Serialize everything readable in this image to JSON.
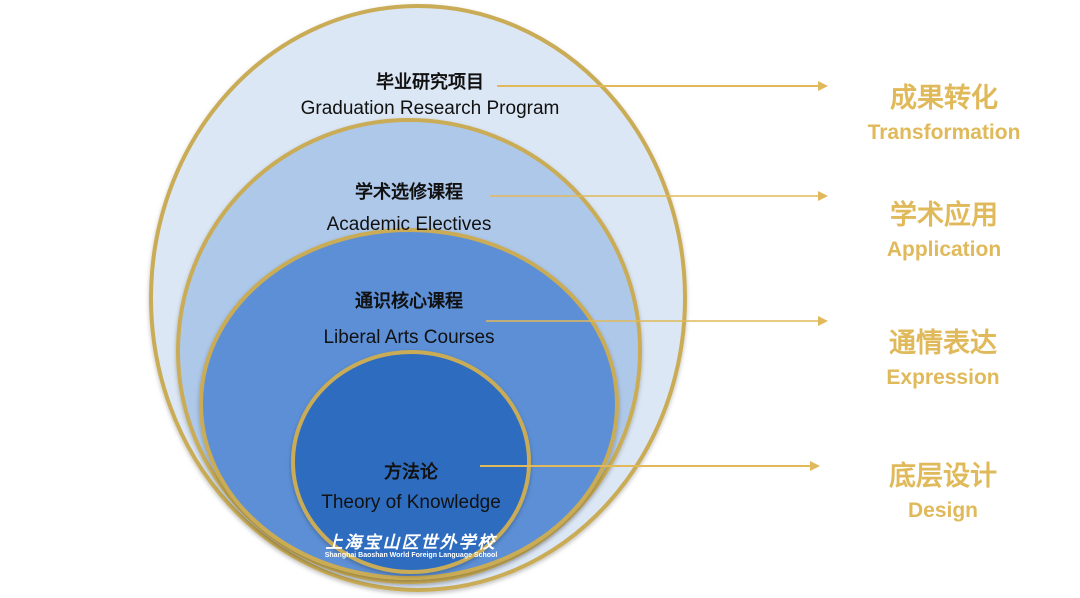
{
  "colors": {
    "ring_border": "#c9ac55",
    "level1_fill": "#dce7f5",
    "level2_fill": "#aec8ea",
    "level3_fill": "#5c8fd6",
    "level4_fill": "#2e6cc0",
    "arrow": "#e0b95a",
    "right_text": "#e0b95a"
  },
  "levels": [
    {
      "zh": "毕业研究项目",
      "en": "Graduation Research Program",
      "outcome_zh": "成果转化",
      "outcome_en": "Transformation"
    },
    {
      "zh": "学术选修课程",
      "en": "Academic Electives",
      "outcome_zh": "学术应用",
      "outcome_en": "Application"
    },
    {
      "zh": "通识核心课程",
      "en": "Liberal Arts Courses",
      "outcome_zh": "通情表达",
      "outcome_en": "Expression"
    },
    {
      "zh": "方法论",
      "en": "Theory of Knowledge",
      "outcome_zh": "底层设计",
      "outcome_en": "Design"
    }
  ],
  "logo": {
    "zh": "上海宝山区世外学校",
    "en": "Shanghai Baoshan World Foreign Language School"
  }
}
